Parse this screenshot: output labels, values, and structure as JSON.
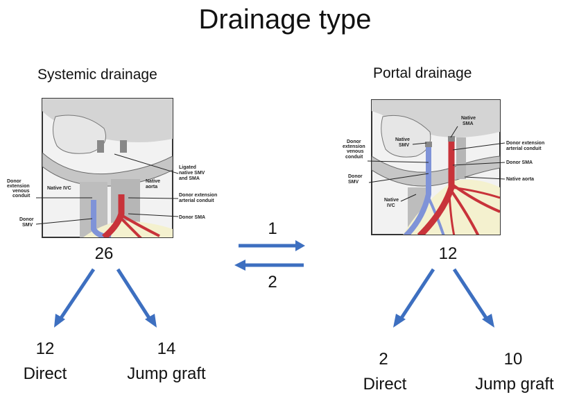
{
  "title": "Drainage type",
  "left": {
    "heading": "Systemic drainage",
    "count": "26",
    "illustration_labels": {
      "ligated": [
        "Ligated",
        "native SMV",
        "and SMA"
      ],
      "native_aorta": [
        "Native",
        "aorta"
      ],
      "native_ivc": "Native IVC",
      "donor_ext_venous": [
        "Donor",
        "extension",
        "venous",
        "conduit"
      ],
      "donor_ext_arterial": [
        "Donor extension",
        "arterial conduit"
      ],
      "donor_smv": [
        "Donor",
        "SMV"
      ],
      "donor_sma": "Donor SMA"
    },
    "branches": [
      {
        "count": "12",
        "label": "Direct"
      },
      {
        "count": "14",
        "label": "Jump graft"
      }
    ]
  },
  "right": {
    "heading": "Portal drainage",
    "count": "12",
    "illustration_labels": {
      "native_sma": [
        "Native",
        "SMA"
      ],
      "native_smv": [
        "Native",
        "SMV"
      ],
      "donor_ext_venous": [
        "Donor",
        "extension",
        "venous",
        "conduit"
      ],
      "donor_ext_arterial": [
        "Donor extension",
        "arterial conduit"
      ],
      "donor_sma": "Donor SMA",
      "donor_smv": [
        "Donor",
        "SMV"
      ],
      "native_aorta": "Native aorta",
      "native_ivc": [
        "Native",
        "IVC"
      ]
    },
    "branches": [
      {
        "count": "2",
        "label": "Direct"
      },
      {
        "count": "10",
        "label": "Jump graft"
      }
    ]
  },
  "transitions": {
    "forward": "1",
    "backward": "2"
  },
  "colors": {
    "arrow": "#3d6fc0",
    "vein": "#7f93d8",
    "artery": "#c8333a",
    "mesentery": "#f4f1cf",
    "organ": "#c9c9c9"
  }
}
